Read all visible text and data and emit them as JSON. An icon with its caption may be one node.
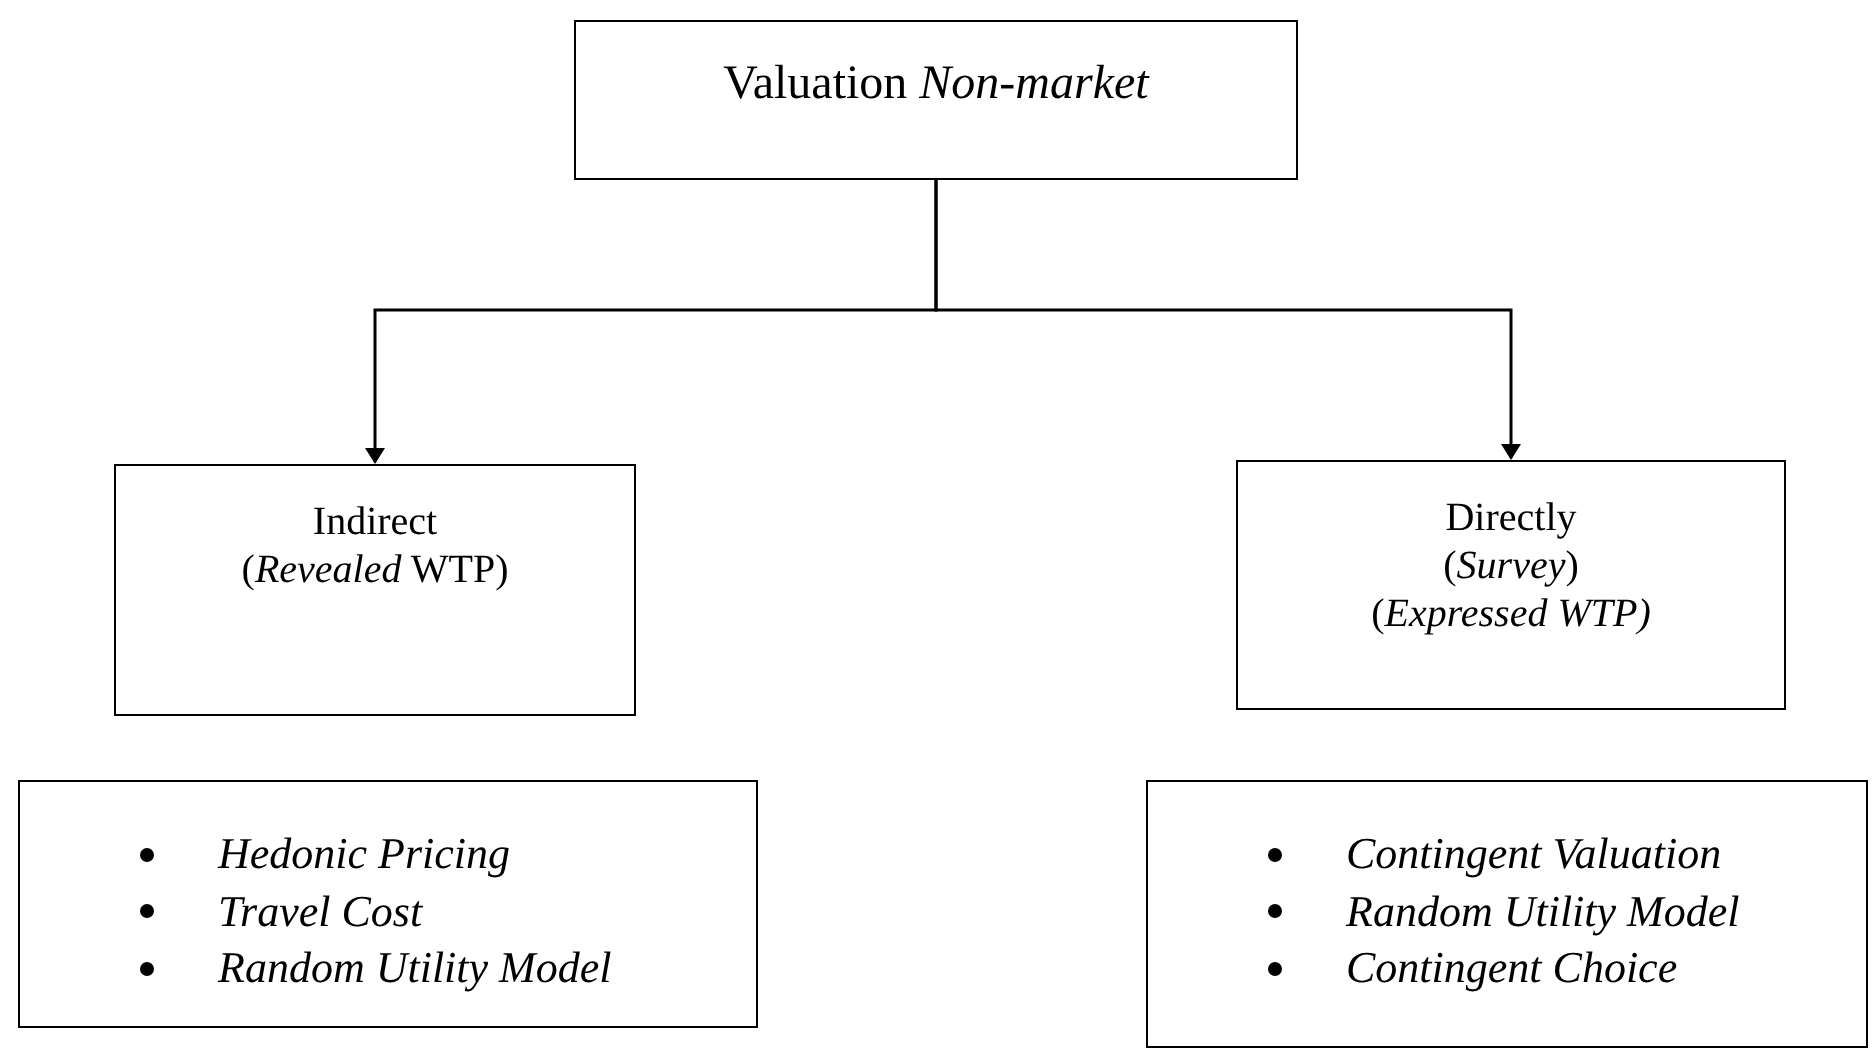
{
  "diagram": {
    "nodes": [
      {
        "text": [
          "Valuation *Non-market*"
        ]
      },
      {
        "text": [
          "Indirect",
          "(*Revealed* WTP)"
        ]
      },
      {
        "text": [
          "Directly",
          "(*Survey*)",
          "(*Expressed WTP)*"
        ]
      },
      {
        "text": [
          "Hedonic Pricing",
          "Travel Cost",
          "Random Utility Model"
        ]
      },
      {
        "text": [
          "Contingent Valuation",
          "Random Utility Model",
          "Contingent Choice"
        ]
      }
    ],
    "edges": [
      {
        "from": 0,
        "to": 1,
        "arrow": "to"
      },
      {
        "from": 0,
        "to": 2,
        "arrow": "to"
      }
    ]
  }
}
